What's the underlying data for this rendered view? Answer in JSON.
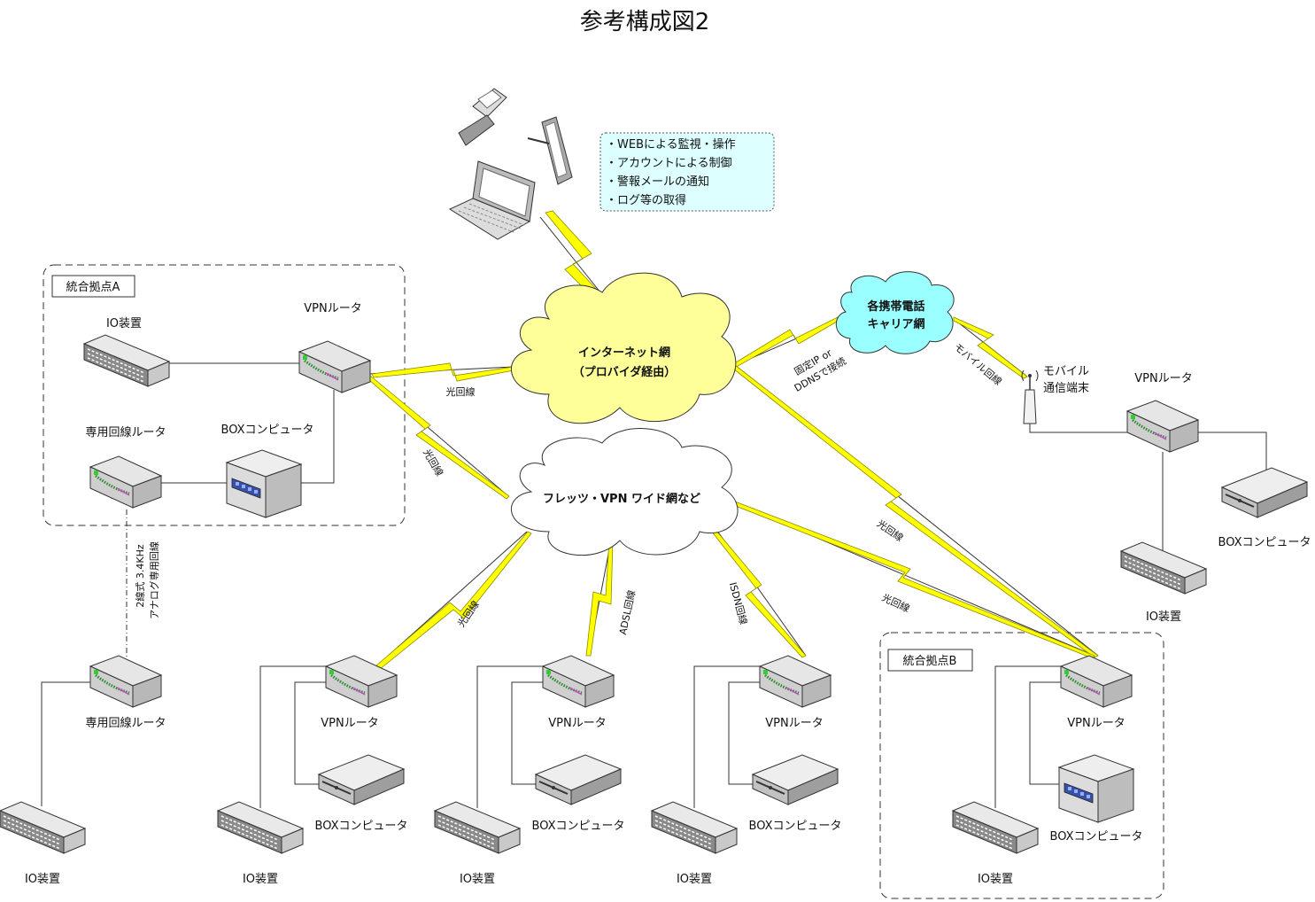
{
  "title": "参考構成図2",
  "features": [
    "・WEBによる監視・操作",
    "・アカウントによる制御",
    "・警報メールの通知",
    "・ログ等の取得"
  ],
  "internet": [
    "インターネット網",
    "（プロバイダ経由）"
  ],
  "flets": "フレッツ・VPN ワイド網など",
  "carrier": [
    "各携帯電話",
    "キャリア網"
  ],
  "site_a": {
    "label": "統合拠点A",
    "io": "IO装置",
    "vpn": "VPNルータ",
    "dedicated": "専用回線ルータ",
    "box": "BOXコンピュータ"
  },
  "site_b": {
    "label": "統合拠点B",
    "vpn": "VPNルータ",
    "box": "BOXコンピュータ",
    "io": "IO装置"
  },
  "mobile_site": {
    "terminal": [
      "モバイル",
      "通信端末"
    ],
    "vpn": "VPNルータ",
    "box": "BOXコンピュータ",
    "io": "IO装置"
  },
  "remote_dedicated": {
    "router": "専用回線ルータ",
    "io": "IO装置"
  },
  "branches": [
    {
      "vpn": "VPNルータ",
      "box": "BOXコンピュータ",
      "io": "IO装置"
    },
    {
      "vpn": "VPNルータ",
      "box": "BOXコンピュータ",
      "io": "IO装置"
    },
    {
      "vpn": "VPNルータ",
      "box": "BOXコンピュータ",
      "io": "IO装置"
    }
  ],
  "links": {
    "fiber": "光回線",
    "adsl": "ADSL回線",
    "isdn": "ISDN回線",
    "mobile": "モバイル回線",
    "fixed_ip": [
      "固定IP or",
      "DDNSで接続"
    ],
    "analog": [
      "2線式 3.4KHz",
      "アナログ専用回線"
    ]
  },
  "colors": {
    "internet_cloud": "#ffff99",
    "carrier_cloud": "#99ffff",
    "bolt": "#ffff00",
    "info_box": "#ddffff"
  }
}
